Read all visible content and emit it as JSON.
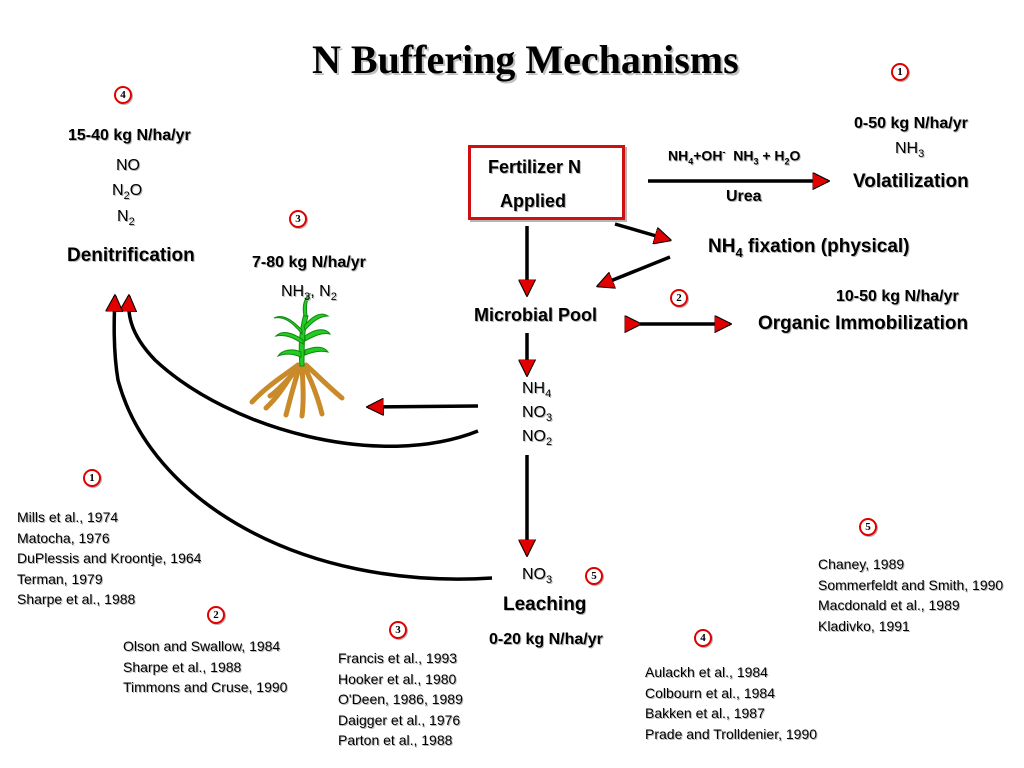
{
  "title": "N Buffering Mechanisms",
  "fertilizer": {
    "line1": "Fertilizer N",
    "line2": "Applied"
  },
  "volatilization": {
    "badge": "1",
    "rate": "0-50 kg N/ha/yr",
    "gas": "NH3",
    "label": "Volatilization",
    "reaction": "NH4+OH-  NH3 + H2O",
    "source": "Urea"
  },
  "fixation": {
    "label": "NH4 fixation (physical)"
  },
  "immobilization": {
    "badge": "2",
    "rate": "10-50 kg N/ha/yr",
    "label": "Organic Immobilization"
  },
  "denitrification": {
    "badge": "4",
    "rate": "15-40 kg N/ha/yr",
    "gases": [
      "NO",
      "N2O",
      "N2"
    ],
    "label": "Denitrification"
  },
  "plant_uptake": {
    "badge": "3",
    "rate": "7-80 kg N/ha/yr",
    "gases": "NH3, N2"
  },
  "microbial_pool": {
    "label": "Microbial Pool"
  },
  "soil_forms": [
    "NH4",
    "NO3",
    "NO2"
  ],
  "leaching": {
    "form": "NO3",
    "badge": "5",
    "label": "Leaching",
    "rate": "0-20 kg N/ha/yr"
  },
  "references": [
    {
      "badge": "1",
      "items": [
        "Mills et al., 1974",
        "Matocha, 1976",
        "DuPlessis and Kroontje, 1964",
        "Terman, 1979",
        "Sharpe et al., 1988"
      ]
    },
    {
      "badge": "2",
      "items": [
        "Olson and Swallow, 1984",
        "Sharpe et al., 1988",
        "Timmons and Cruse, 1990"
      ]
    },
    {
      "badge": "3",
      "items": [
        "Francis et al., 1993",
        "Hooker et al., 1980",
        "O'Deen, 1986, 1989",
        "Daigger et al., 1976",
        "Parton et al., 1988"
      ]
    },
    {
      "badge": "4",
      "items": [
        "Aulackh et al., 1984",
        "Colbourn et al., 1984",
        "Bakken et al., 1987",
        "Prade and Trolldenier, 1990"
      ]
    },
    {
      "badge": "5",
      "items": [
        "Chaney, 1989",
        "Sommerfeldt and Smith, 1990",
        "Macdonald et al., 1989",
        "Kladivko, 1991"
      ]
    }
  ],
  "colors": {
    "arrow_head": "#e00000",
    "box_border": "#d01010",
    "plant_leaf": "#22cc22",
    "plant_root": "#c98a2a"
  }
}
